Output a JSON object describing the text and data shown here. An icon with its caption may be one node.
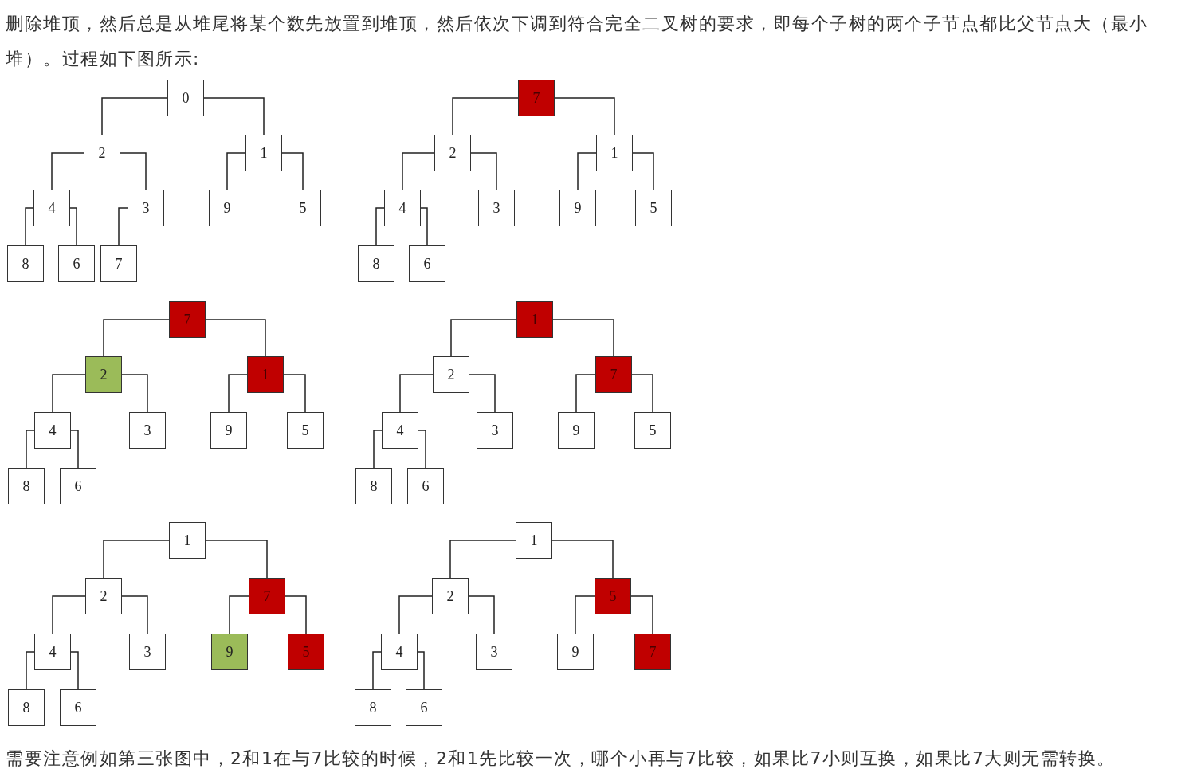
{
  "diagram": {
    "nodes": [
      {
        "text": [
          "0"
        ]
      },
      {
        "text": [
          "2"
        ]
      },
      {
        "text": [
          "1"
        ]
      },
      {
        "text": [
          "4"
        ]
      },
      {
        "text": [
          "3"
        ]
      },
      {
        "text": [
          "9"
        ]
      },
      {
        "text": [
          "5"
        ]
      },
      {
        "text": [
          "8"
        ]
      },
      {
        "text": [
          "6"
        ]
      },
      {
        "text": [
          "7"
        ]
      },
      {
        "text": [
          "7"
        ]
      },
      {
        "text": [
          "2"
        ]
      },
      {
        "text": [
          "1"
        ]
      },
      {
        "text": [
          "4"
        ]
      },
      {
        "text": [
          "3"
        ]
      },
      {
        "text": [
          "9"
        ]
      },
      {
        "text": [
          "5"
        ]
      },
      {
        "text": [
          "8"
        ]
      },
      {
        "text": [
          "6"
        ]
      },
      {
        "text": [
          "7"
        ]
      },
      {
        "text": [
          "2"
        ]
      },
      {
        "text": [
          "1"
        ]
      },
      {
        "text": [
          "4"
        ]
      },
      {
        "text": [
          "3"
        ]
      },
      {
        "text": [
          "9"
        ]
      },
      {
        "text": [
          "5"
        ]
      },
      {
        "text": [
          "8"
        ]
      },
      {
        "text": [
          "6"
        ]
      },
      {
        "text": [
          "1"
        ]
      },
      {
        "text": [
          "2"
        ]
      },
      {
        "text": [
          "7"
        ]
      },
      {
        "text": [
          "4"
        ]
      },
      {
        "text": [
          "3"
        ]
      },
      {
        "text": [
          "9"
        ]
      },
      {
        "text": [
          "5"
        ]
      },
      {
        "text": [
          "8"
        ]
      },
      {
        "text": [
          "6"
        ]
      },
      {
        "text": [
          "1"
        ]
      },
      {
        "text": [
          "2"
        ]
      },
      {
        "text": [
          "7"
        ]
      },
      {
        "text": [
          "4"
        ]
      },
      {
        "text": [
          "3"
        ]
      },
      {
        "text": [
          "9"
        ]
      },
      {
        "text": [
          "5"
        ]
      },
      {
        "text": [
          "8"
        ]
      },
      {
        "text": [
          "6"
        ]
      },
      {
        "text": [
          "1"
        ]
      },
      {
        "text": [
          "2"
        ]
      },
      {
        "text": [
          "5"
        ]
      },
      {
        "text": [
          "4"
        ]
      },
      {
        "text": [
          "3"
        ]
      },
      {
        "text": [
          "9"
        ]
      },
      {
        "text": [
          "7"
        ]
      },
      {
        "text": [
          "8"
        ]
      },
      {
        "text": [
          "6"
        ]
      }
    ],
    "edges": [
      {
        "from": 0,
        "to": 1,
        "arrow": "none"
      },
      {
        "from": 0,
        "to": 2,
        "arrow": "none"
      },
      {
        "from": 1,
        "to": 3,
        "arrow": "none"
      },
      {
        "from": 1,
        "to": 4,
        "arrow": "none"
      },
      {
        "from": 2,
        "to": 5,
        "arrow": "none"
      },
      {
        "from": 2,
        "to": 6,
        "arrow": "none"
      },
      {
        "from": 3,
        "to": 7,
        "arrow": "none"
      },
      {
        "from": 3,
        "to": 8,
        "arrow": "none"
      },
      {
        "from": 4,
        "to": 9,
        "arrow": "none"
      },
      {
        "from": 10,
        "to": 11,
        "arrow": "none"
      },
      {
        "from": 10,
        "to": 12,
        "arrow": "none"
      },
      {
        "from": 11,
        "to": 13,
        "arrow": "none"
      },
      {
        "from": 11,
        "to": 14,
        "arrow": "none"
      },
      {
        "from": 12,
        "to": 15,
        "arrow": "none"
      },
      {
        "from": 12,
        "to": 16,
        "arrow": "none"
      },
      {
        "from": 13,
        "to": 17,
        "arrow": "none"
      },
      {
        "from": 13,
        "to": 18,
        "arrow": "none"
      },
      {
        "from": 19,
        "to": 20,
        "arrow": "none"
      },
      {
        "from": 19,
        "to": 21,
        "arrow": "none"
      },
      {
        "from": 20,
        "to": 22,
        "arrow": "none"
      },
      {
        "from": 20,
        "to": 23,
        "arrow": "none"
      },
      {
        "from": 21,
        "to": 24,
        "arrow": "none"
      },
      {
        "from": 21,
        "to": 25,
        "arrow": "none"
      },
      {
        "from": 22,
        "to": 26,
        "arrow": "none"
      },
      {
        "from": 22,
        "to": 27,
        "arrow": "none"
      },
      {
        "from": 28,
        "to": 29,
        "arrow": "none"
      },
      {
        "from": 28,
        "to": 30,
        "arrow": "none"
      },
      {
        "from": 29,
        "to": 31,
        "arrow": "none"
      },
      {
        "from": 29,
        "to": 32,
        "arrow": "none"
      },
      {
        "from": 30,
        "to": 33,
        "arrow": "none"
      },
      {
        "from": 30,
        "to": 34,
        "arrow": "none"
      },
      {
        "from": 31,
        "to": 35,
        "arrow": "none"
      },
      {
        "from": 31,
        "to": 36,
        "arrow": "none"
      },
      {
        "from": 37,
        "to": 38,
        "arrow": "none"
      },
      {
        "from": 37,
        "to": 39,
        "arrow": "none"
      },
      {
        "from": 38,
        "to": 40,
        "arrow": "none"
      },
      {
        "from": 38,
        "to": 41,
        "arrow": "none"
      },
      {
        "from": 39,
        "to": 42,
        "arrow": "none"
      },
      {
        "from": 39,
        "to": 43,
        "arrow": "none"
      },
      {
        "from": 40,
        "to": 44,
        "arrow": "none"
      },
      {
        "from": 40,
        "to": 45,
        "arrow": "none"
      },
      {
        "from": 46,
        "to": 47,
        "arrow": "none"
      },
      {
        "from": 46,
        "to": 48,
        "arrow": "none"
      },
      {
        "from": 47,
        "to": 49,
        "arrow": "none"
      },
      {
        "from": 47,
        "to": 50,
        "arrow": "none"
      },
      {
        "from": 48,
        "to": 51,
        "arrow": "none"
      },
      {
        "from": 48,
        "to": 52,
        "arrow": "none"
      },
      {
        "from": 49,
        "to": 53,
        "arrow": "none"
      },
      {
        "from": 49,
        "to": 54,
        "arrow": "none"
      }
    ],
    "labels": [
      "删除堆顶，然后总是从堆尾将某个数先放置到堆顶，然后依次下调到符合完全二叉树的要求，即每个子树的两个子节点都比父节点大（最小堆）。过程如下图所示:",
      "需要注意例如第三张图中，2和1在与7比较的时候，2和1先比较一次，哪个小再与7比较，如果比7小则互换，如果比7大则无需转换。"
    ]
  }
}
